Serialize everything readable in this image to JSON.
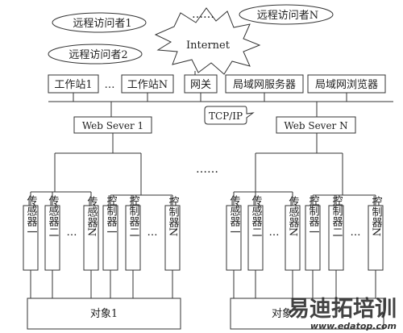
{
  "remote_visitors": [
    "远程访问者1",
    "远程访问者2",
    "远程访问者N"
  ],
  "internet_label": "Internet",
  "top_ellipsis": "……",
  "lan_nodes": [
    "工作站1",
    "…",
    "工作站N",
    "网关",
    "局域网服务器",
    "局域网浏览器"
  ],
  "protocol_label": "TCP/IP",
  "servers": [
    "Web Sever 1",
    "Web Sever N"
  ],
  "middle_ellipsis": "……",
  "groups": [
    {
      "devices": [
        "传感器一",
        "传感器二",
        "…",
        "传感器N",
        "控制器一",
        "控制器二",
        "…",
        "控制器N"
      ],
      "object_label": "对象1"
    },
    {
      "devices": [
        "传感器一",
        "传感器二",
        "…",
        "传感器N",
        "控制器一",
        "控制器二",
        "…",
        "控制器N"
      ],
      "object_label": "对象"
    }
  ],
  "watermark": {
    "title": "易迪拓培训",
    "url": "www.edatop.com",
    "color": "#e0506a",
    "url_color": "#6a8cc0"
  }
}
